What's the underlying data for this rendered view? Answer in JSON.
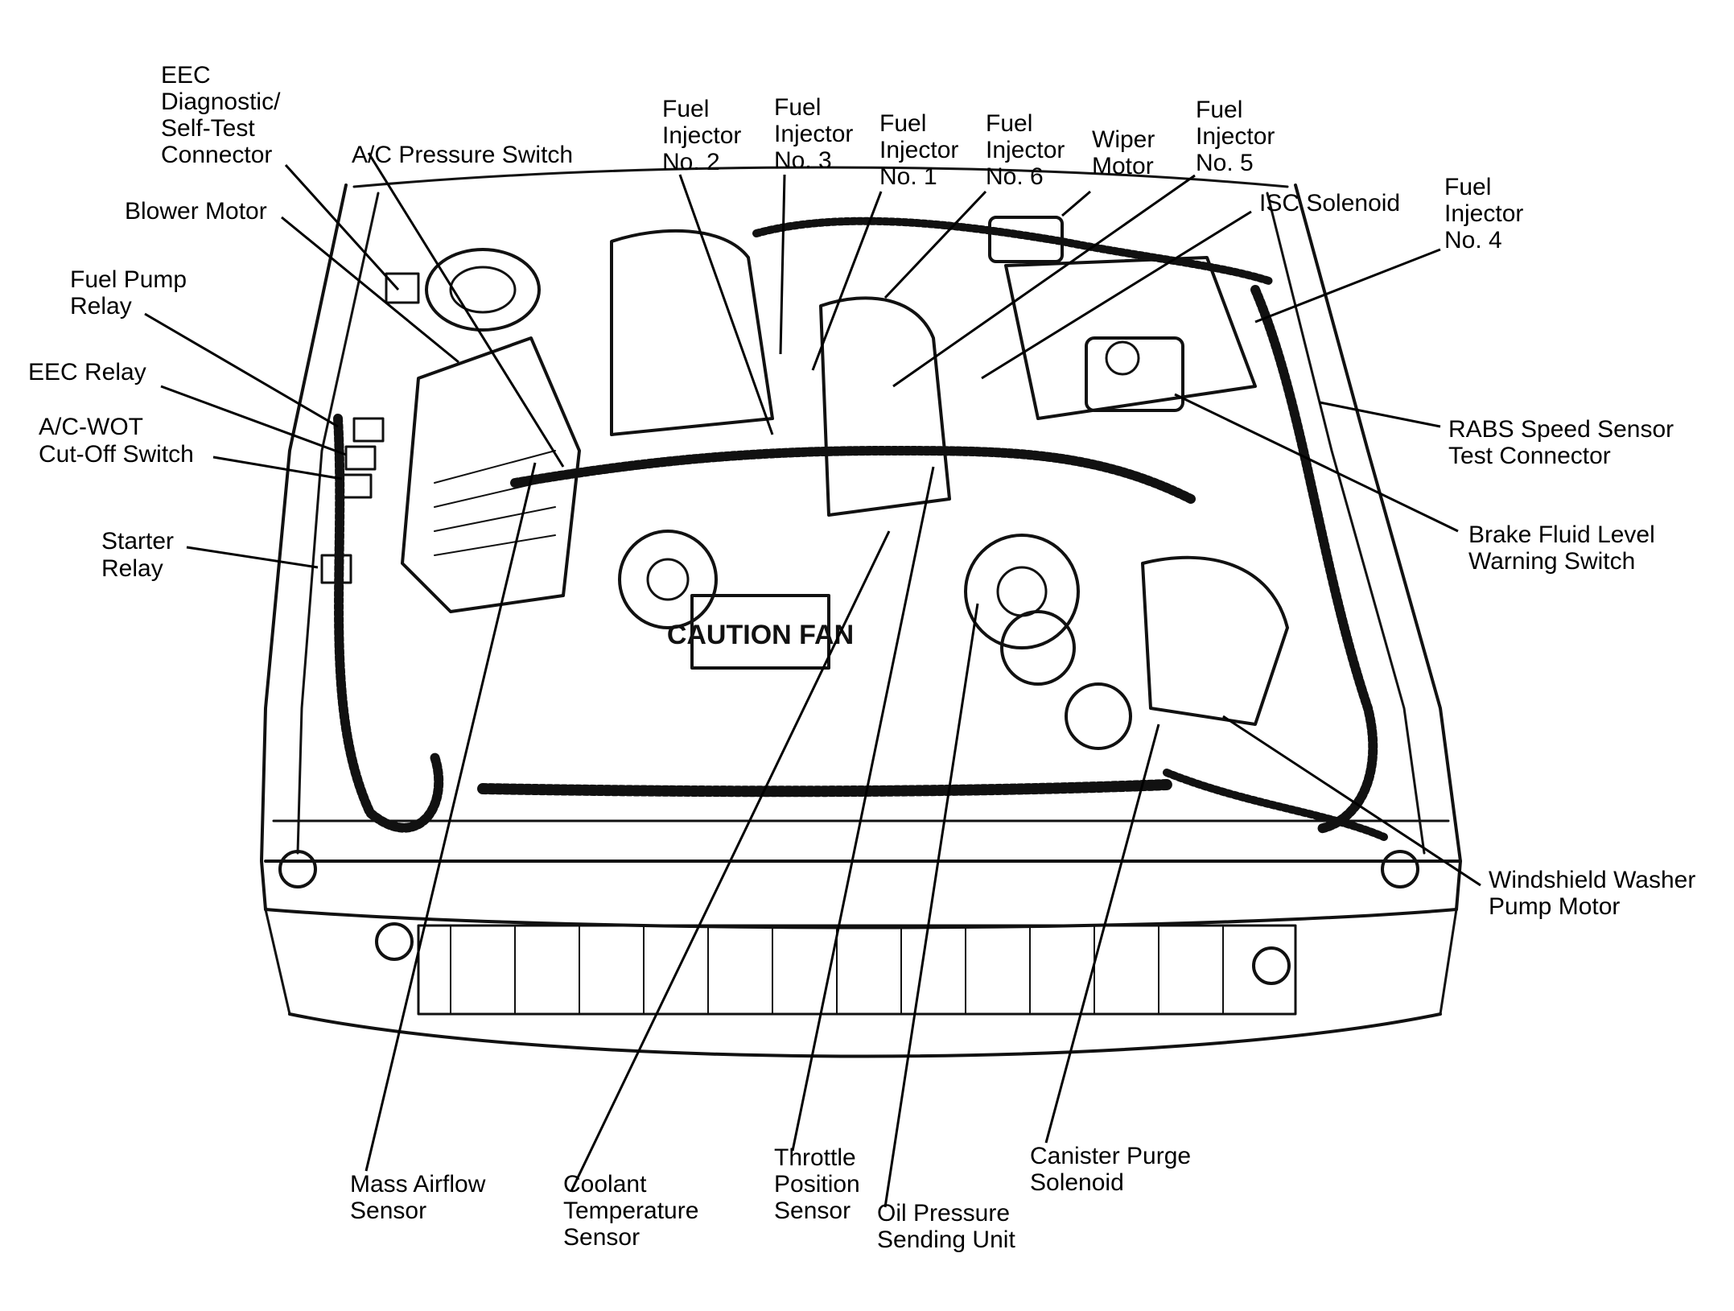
{
  "labels": {
    "eec_diag_1": "EEC",
    "eec_diag_2": "Diagnostic/",
    "eec_diag_3": "Self-Test",
    "eec_diag_4": "Connector",
    "ac_pressure": "A/C Pressure Switch",
    "blower": "Blower Motor",
    "fuel_pump_1": "Fuel Pump",
    "fuel_pump_2": "Relay",
    "eec_relay": "EEC Relay",
    "ac_wot_1": "A/C-WOT",
    "ac_wot_2": "Cut-Off Switch",
    "starter_1": "Starter",
    "starter_2": "Relay",
    "inj2_1": "Fuel",
    "inj2_2": "Injector",
    "inj2_3": "No. 2",
    "inj3_1": "Fuel",
    "inj3_2": "Injector",
    "inj3_3": "No. 3",
    "inj1_1": "Fuel",
    "inj1_2": "Injector",
    "inj1_3": "No. 1",
    "inj6_1": "Fuel",
    "inj6_2": "Injector",
    "inj6_3": "No. 6",
    "wiper_1": "Wiper",
    "wiper_2": "Motor",
    "inj5_1": "Fuel",
    "inj5_2": "Injector",
    "inj5_3": "No. 5",
    "isc": "ISC Solenoid",
    "inj4_1": "Fuel",
    "inj4_2": "Injector",
    "inj4_3": "No. 4",
    "rabs_1": "RABS Speed Sensor",
    "rabs_2": "Test Connector",
    "brake_1": "Brake Fluid Level",
    "brake_2": "Warning Switch",
    "washer_1": "Windshield Washer",
    "washer_2": "Pump Motor",
    "maf_1": "Mass Airflow",
    "maf_2": "Sensor",
    "coolant_1": "Coolant",
    "coolant_2": "Temperature",
    "coolant_3": "Sensor",
    "tps_1": "Throttle",
    "tps_2": "Position",
    "tps_3": "Sensor",
    "oil_1": "Oil Pressure",
    "oil_2": "Sending Unit",
    "canister_1": "Canister Purge",
    "canister_2": "Solenoid",
    "caution": "CAUTION FAN"
  }
}
